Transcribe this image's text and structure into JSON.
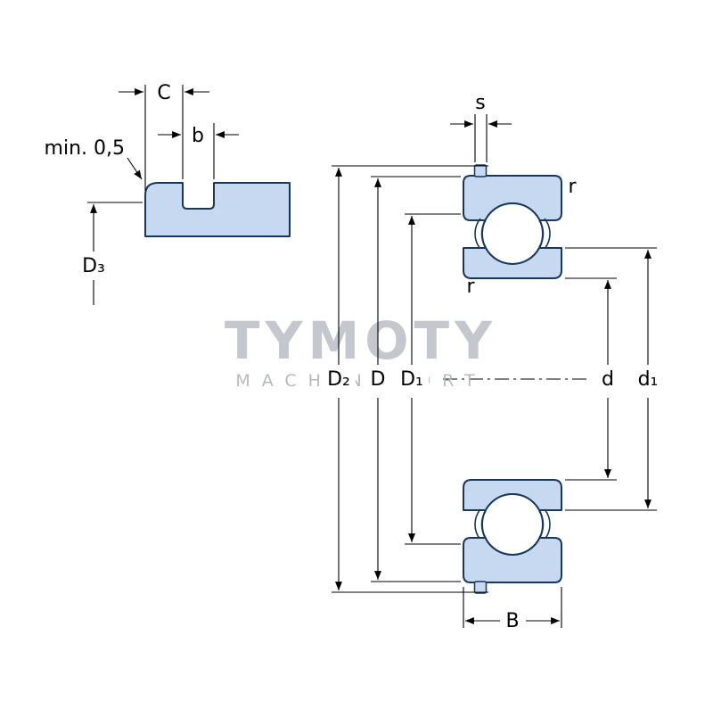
{
  "colors": {
    "fill": "#c6d9f1",
    "outline": "#17375d",
    "dim": "#000000",
    "watermark_title": "#bfc3c9",
    "watermark_subtitle": "#b3b7bd"
  },
  "watermark": {
    "title": "TYMOTY",
    "subtitle": "MACHINEPORT"
  },
  "detail_view": {
    "labels": {
      "c": "C",
      "b": "b",
      "min": "min. 0,5",
      "d3": "D₃"
    }
  },
  "main_view": {
    "labels": {
      "s": "s",
      "r_top": "r",
      "r_bottom": "r",
      "D2": "D₂",
      "D": "D",
      "D1": "D₁",
      "d": "d",
      "d1": "d₁",
      "B": "B"
    }
  }
}
